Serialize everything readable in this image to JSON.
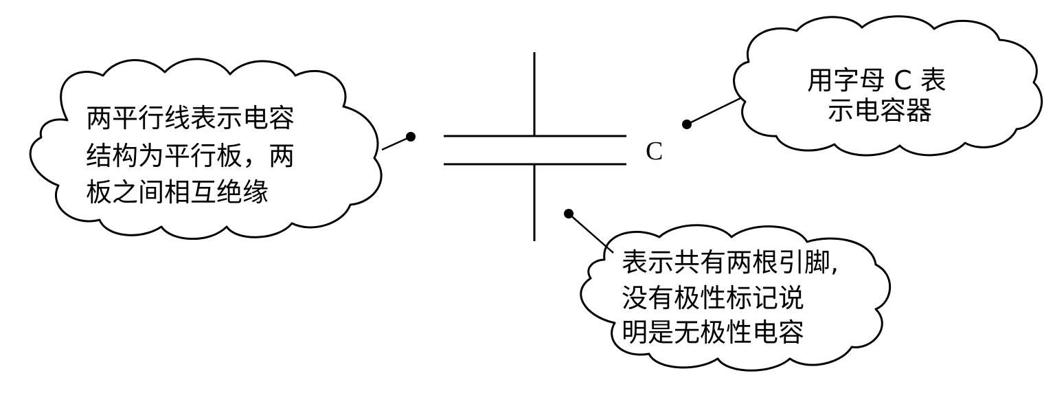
{
  "symbol": {
    "label": "C"
  },
  "notes": {
    "left": {
      "lines": [
        "两平行线表示电容",
        "结构为平行板，两",
        "板之间相互绝缘"
      ]
    },
    "right": {
      "lines": [
        "用字母 C 表",
        "示电容器"
      ]
    },
    "bottom": {
      "lines": [
        "表示共有两根引脚,",
        "没有极性标记说",
        "明是无极性电容"
      ]
    }
  }
}
